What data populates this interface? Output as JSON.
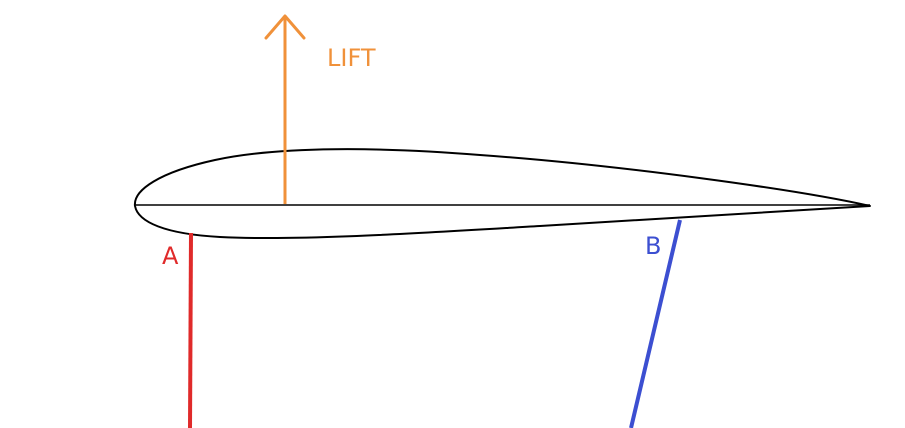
{
  "labels": {
    "lift": "LIFT",
    "strut_a": "A",
    "strut_b": "B"
  },
  "colors": {
    "outline": "#000000",
    "lift": "#f0913a",
    "strut_a": "#e02a2a",
    "strut_b": "#3c4fd1",
    "background": "#ffffff"
  }
}
